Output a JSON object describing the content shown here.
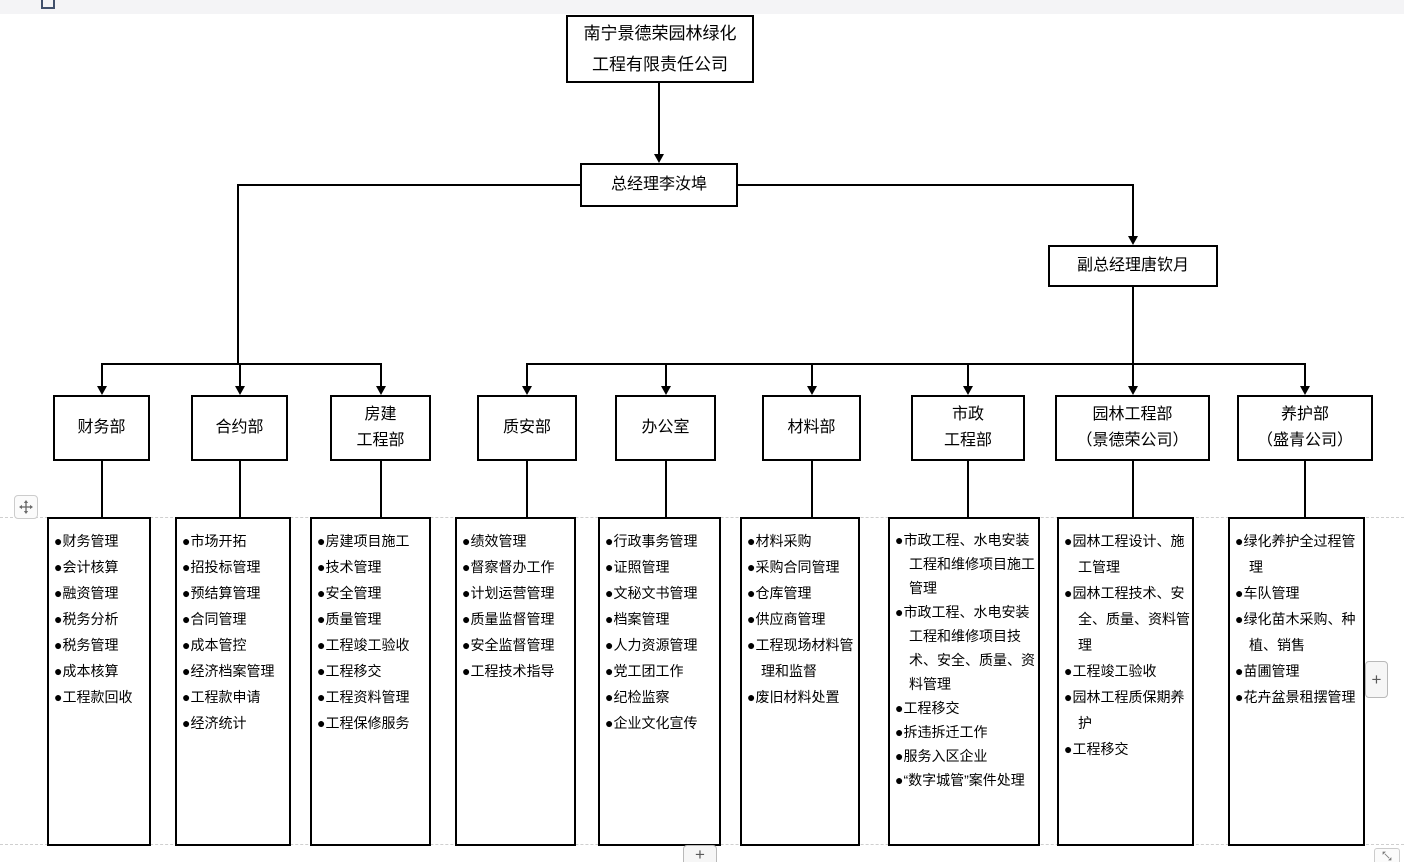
{
  "chart": {
    "company": {
      "lines": [
        "南宁景德荣园林绿化",
        "工程有限责任公司"
      ]
    },
    "general_manager": "总经理李汝埠",
    "deputy_manager": "副总经理唐钦月",
    "departments": [
      {
        "key": "finance",
        "name_lines": [
          "财务部"
        ],
        "duties": [
          "财务管理",
          "会计核算",
          "融资管理",
          "税务分析",
          "税务管理",
          "成本核算",
          "工程款回收"
        ]
      },
      {
        "key": "contracts",
        "name_lines": [
          "合约部"
        ],
        "duties": [
          "市场开拓",
          "招投标管理",
          "预结算管理",
          "合同管理",
          "成本管控",
          "经济档案管理",
          "工程款申请",
          "经济统计"
        ]
      },
      {
        "key": "housing-engineering",
        "name_lines": [
          "房建",
          "工程部"
        ],
        "duties": [
          "房建项目施工",
          "技术管理",
          "安全管理",
          "质量管理",
          "工程竣工验收",
          "工程移交",
          "工程资料管理",
          "工程保修服务"
        ]
      },
      {
        "key": "quality-safety",
        "name_lines": [
          "质安部"
        ],
        "duties": [
          "绩效管理",
          "督察督办工作",
          "计划运营管理",
          "质量监督管理",
          "安全监督管理",
          "工程技术指导"
        ]
      },
      {
        "key": "office",
        "name_lines": [
          "办公室"
        ],
        "duties": [
          "行政事务管理",
          "证照管理",
          "文秘文书管理",
          "档案管理",
          "人力资源管理",
          "党工团工作",
          "纪检监察",
          "企业文化宣传"
        ]
      },
      {
        "key": "materials",
        "name_lines": [
          "材料部"
        ],
        "duties": [
          "材料采购",
          "采购合同管理",
          "仓库管理",
          "供应商管理",
          "工程现场材料管理和监督",
          "废旧材料处置"
        ]
      },
      {
        "key": "municipal-engineering",
        "name_lines": [
          "市政",
          "工程部"
        ],
        "duties": [
          "市政工程、水电安装工程和维修项目施工管理",
          "市政工程、水电安装工程和维修项目技术、安全、质量、资料管理",
          "工程移交",
          "拆违拆迁工作",
          "服务入区企业",
          "“数字城管”案件处理"
        ]
      },
      {
        "key": "landscape-engineering",
        "name_lines": [
          "园林工程部",
          "（景德荣公司）"
        ],
        "duties": [
          "园林工程设计、施工管理",
          "园林工程技术、安全、质量、资料管理",
          "工程竣工验收",
          "园林工程质保期养护",
          "工程移交"
        ]
      },
      {
        "key": "maintenance",
        "name_lines": [
          "养护部",
          "（盛青公司）"
        ],
        "duties": [
          "绿化养护全过程管理",
          "车队管理",
          "绿化苗木采购、种植、销售",
          "苗圃管理",
          "花卉盆景租摆管理"
        ]
      }
    ]
  },
  "controls": {
    "plus_right": "+",
    "plus_bottom": "+"
  },
  "colors": {
    "line": "#000000",
    "page_break_dash": "#cfcfcf",
    "chrome_strip": "#f4f4f6",
    "box_background": "#ffffff"
  }
}
